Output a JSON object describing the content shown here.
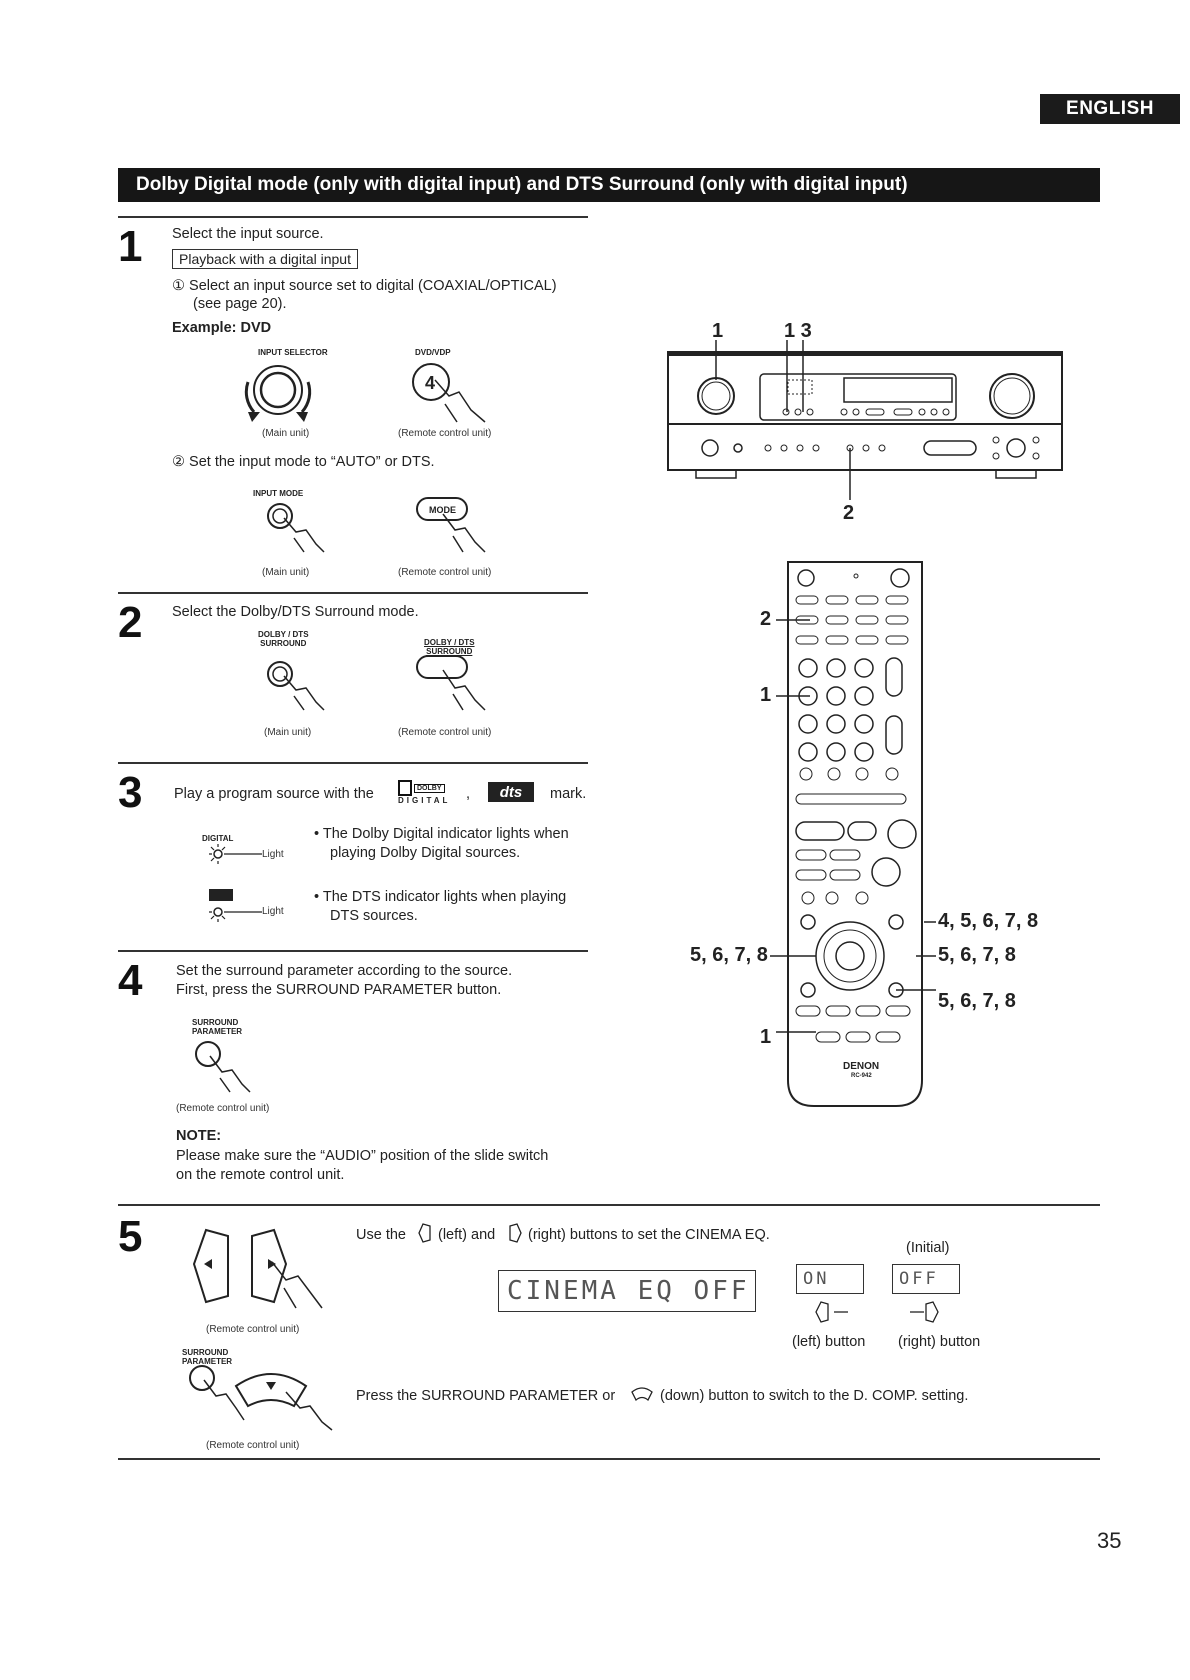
{
  "header": {
    "language_tab": "ENGLISH"
  },
  "section_title": "Dolby Digital mode (only with digital input) and DTS Surround (only with digital input)",
  "steps": {
    "s1": {
      "number": "1",
      "text": "Select the input source.",
      "boxed": "Playback with a digital input",
      "sub1_line1": "① Select an input source set to digital (COAXIAL/OPTICAL)",
      "sub1_line2": "(see page 20).",
      "example": "Example: DVD",
      "main_btn_label": "INPUT SELECTOR",
      "remote_btn_label": "DVD/VDP",
      "remote_btn_digit": "4",
      "cap_main": "(Main unit)",
      "cap_remote": "(Remote control unit)",
      "sub2": "② Set the input mode to “AUTO” or DTS.",
      "input_mode_label": "INPUT MODE",
      "mode_btn": "MODE",
      "cap_main2": "(Main unit)",
      "cap_remote2": "(Remote control unit)"
    },
    "s2": {
      "number": "2",
      "text": "Select the Dolby/DTS Surround mode.",
      "main_label_1": "DOLBY / DTS",
      "main_label_2": "SURROUND",
      "remote_label_1": "DOLBY / DTS",
      "remote_label_2": "SURROUND",
      "cap_main": "(Main unit)",
      "cap_remote": "(Remote control unit)"
    },
    "s3": {
      "number": "3",
      "text_pre": "Play a program source with the",
      "dolby_logo_top": "DOLBY",
      "dolby_logo_bottom": "DIGITAL",
      "comma": ",",
      "dts_logo": "dts",
      "text_post": "mark.",
      "digital_ind_label": "DIGITAL",
      "light1": "Light",
      "bullet1_l1": "• The Dolby Digital indicator lights when",
      "bullet1_l2": "playing Dolby Digital sources.",
      "light2": "Light",
      "bullet2_l1": "• The DTS indicator lights when playing",
      "bullet2_l2": "DTS sources."
    },
    "s4": {
      "number": "4",
      "text_l1": "Set the surround parameter according to the source.",
      "text_l2": "First, press the SURROUND PARAMETER button.",
      "btn_label_1": "SURROUND",
      "btn_label_2": "PARAMETER",
      "cap_remote": "(Remote control unit)",
      "note_title": "NOTE:",
      "note_l1": "Please make sure the “AUDIO” position of the slide switch",
      "note_l2": "on the remote control unit."
    },
    "s5": {
      "number": "5",
      "cap_remote1": "(Remote control unit)",
      "btn_label_1": "SURROUND",
      "btn_label_2": "PARAMETER",
      "cap_remote2": "(Remote control unit)",
      "use_pre": "Use the",
      "use_mid1": "(left) and",
      "use_mid2": "(right) buttons to set the CINEMA EQ.",
      "lcd_text": "CINEMA EQ OFF",
      "initial": "(Initial)",
      "on_box": "ON",
      "off_box": "OFF",
      "left_button": "(left) button",
      "right_button": "(right) button",
      "press_pre": "Press the SURROUND PARAMETER or",
      "press_post": "(down) button to switch to the D. COMP. setting."
    }
  },
  "diagram": {
    "callout_top_1": "1",
    "callout_top_13": "1 3",
    "callout_receiver_2": "2",
    "remote_callout_2": "2",
    "remote_callout_1a": "1",
    "remote_callout_45678": "4, 5, 6, 7, 8",
    "remote_callout_left_5678": "5, 6, 7, 8",
    "remote_callout_right_5678a": "5, 6, 7, 8",
    "remote_callout_right_5678b": "5, 6, 7, 8",
    "remote_callout_1b": "1",
    "remote_brand": "DENON",
    "remote_model": "RC-942"
  },
  "footer": {
    "page_number": "35"
  }
}
